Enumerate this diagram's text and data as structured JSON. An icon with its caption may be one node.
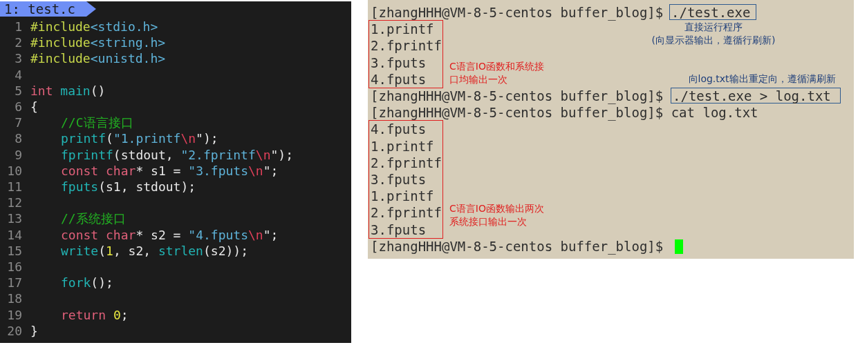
{
  "diagram": {
    "nodes": [
      {
        "text": [
          "1: test.c"
        ]
      },
      {
        "text": [
          "./test.exe"
        ],
        "beside": [
          "直接运行程序",
          "(向显示器输出，遵循行刷新)"
        ]
      },
      {
        "text": [
          "1.printf",
          "2.fprintf",
          "3.fputs",
          "4.fputs"
        ],
        "beside": [
          "C语言IO函数和系统接口均输出一次"
        ]
      },
      {
        "text": [
          "./test.exe > log.txt"
        ],
        "beside": [
          "向log.txt输出重定向，遵循满刷新"
        ]
      },
      {
        "text": [
          "4.fputs",
          "1.printf",
          "2.fprintf",
          "3.fputs",
          "1.printf",
          "2.fprintf",
          "3.fputs"
        ],
        "beside": [
          "C语言IO函数输出两次系统接口输出一次"
        ]
      }
    ],
    "edges": [],
    "labels": [
      "1",
      "#include<stdio.h>",
      "2",
      "#include<string.h>",
      "3",
      "#include<unistd.h>",
      "4",
      "5",
      "int main()",
      "6",
      "{",
      "7",
      "//C语言接口",
      "8",
      "printf(\"1.printf\\n\");",
      "9",
      "fprintf(stdout, \"2.fprintf\\n\");",
      "10",
      "const char* s1 = \"3.fputs\\n\";",
      "11",
      "fputs(s1, stdout);",
      "12",
      "13",
      "//系统接口",
      "14",
      "const char* s2 = \"4.fputs\\n\";",
      "15",
      "write(1, s2, strlen(s2));",
      "16",
      "17",
      "fork();",
      "18",
      "19",
      "return 0;",
      "20",
      "}",
      "[zhangHHH@VM-8-5-centos buffer_blog]$",
      "[zhangHHH@VM-8-5-centos buffer_blog]$",
      "[zhangHHH@VM-8-5-centos buffer_blog]$ cat log.txt",
      "[zhangHHH@VM-8-5-centos buffer_blog]$"
    ]
  }
}
